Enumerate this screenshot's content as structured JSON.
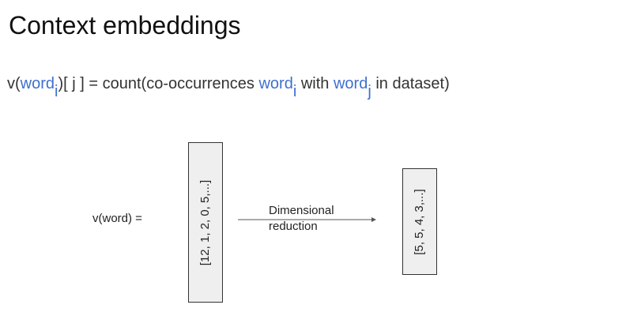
{
  "title": "Context embeddings",
  "formula": {
    "prefix": "v(",
    "word_i": "word",
    "sub_i": "i",
    "mid": ")[ j ] = count(co-occurrences ",
    "word_i2": "word",
    "sub_i2": "i",
    "with": " with ",
    "word_j": "word",
    "sub_j": "j",
    "suffix": " in dataset)"
  },
  "vector_label": "v(word) =",
  "vector_full": "[12, 1, 2, 0, 5,...]",
  "arrow_label": {
    "line1": "Dimensional",
    "line2": "reduction"
  },
  "vector_reduced": "[5, 5, 4, 3,...]",
  "colors": {
    "accent_blue": "#3f6fcf",
    "box_fill": "#efefef"
  }
}
